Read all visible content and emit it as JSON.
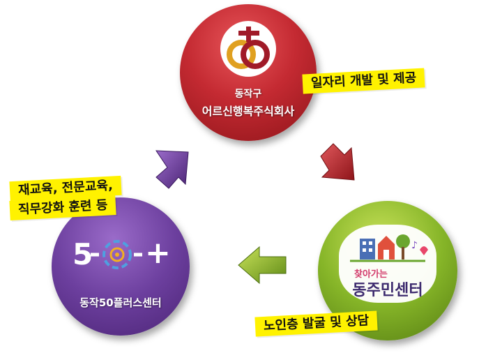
{
  "nodes": {
    "red": {
      "line1": "동작구",
      "line2": "어르신행복주식회사",
      "tag": "일자리 개발 및 제공"
    },
    "green": {
      "logo_small": "찾아가는",
      "logo_large": "동주민센터",
      "tag": "노인층 발굴 및 상담"
    },
    "purple": {
      "logo_five": "5",
      "logo_plus": "+",
      "name": "동작50플러스센터",
      "tag_line1": "재교육, 전문교육,",
      "tag_line2": "직무강화 훈련 등"
    }
  },
  "colors": {
    "red": "#c42a32",
    "green": "#86b528",
    "purple": "#6c3f9e",
    "highlight": "#fff200"
  }
}
